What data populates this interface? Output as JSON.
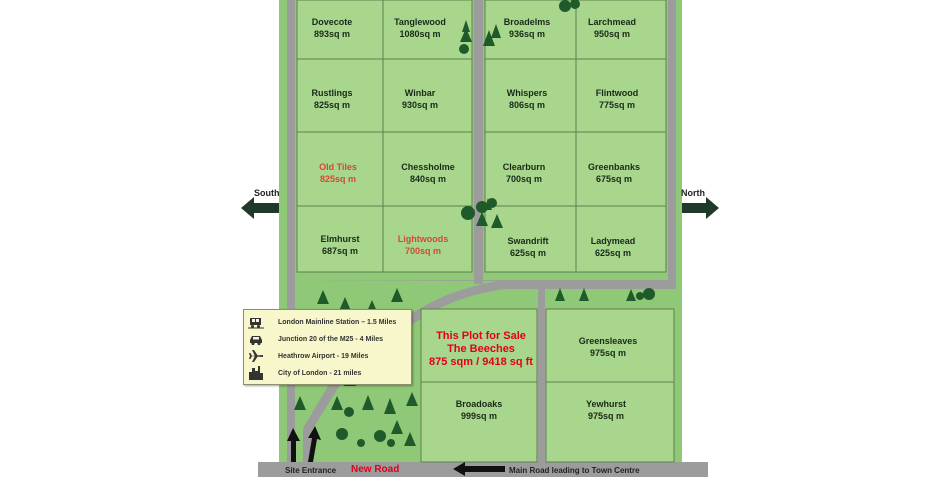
{
  "colors": {
    "grass": "#8fc876",
    "plot": "#a8d68c",
    "road": "#9c9c9c",
    "plot_line": "#5f7f50",
    "tree": "#1f5a2a",
    "sold_text": "#d24a36",
    "sale_text": "#e2001a",
    "legend_bg": "#f8f7cc"
  },
  "plots": [
    {
      "name": "Dovecote",
      "size": "893sq m",
      "status": "available"
    },
    {
      "name": "Tanglewood",
      "size": "1080sq m",
      "status": "available"
    },
    {
      "name": "Broadelms",
      "size": "936sq m",
      "status": "available"
    },
    {
      "name": "Larchmead",
      "size": "950sq m",
      "status": "available"
    },
    {
      "name": "Rustlings",
      "size": "825sq m",
      "status": "available"
    },
    {
      "name": "Winbar",
      "size": "930sq m",
      "status": "available"
    },
    {
      "name": "Whispers",
      "size": "806sq m",
      "status": "available"
    },
    {
      "name": "Flintwood",
      "size": "775sq m",
      "status": "available"
    },
    {
      "name": "Old Tiles",
      "size": "825sq m",
      "status": "sold"
    },
    {
      "name": "Chessholme",
      "size": "840sq m",
      "status": "available"
    },
    {
      "name": "Clearburn",
      "size": "700sq m",
      "status": "available"
    },
    {
      "name": "Greenbanks",
      "size": "675sq m",
      "status": "available"
    },
    {
      "name": "Elmhurst",
      "size": "687sq m",
      "status": "available"
    },
    {
      "name": "Lightwoods",
      "size": "700sq m",
      "status": "sold"
    },
    {
      "name": "Swandrift",
      "size": "625sq m",
      "status": "available"
    },
    {
      "name": "Ladymead",
      "size": "625sq m",
      "status": "available"
    },
    {
      "name": "Greensleaves",
      "size": "975sq m",
      "status": "available"
    },
    {
      "name": "Broadoaks",
      "size": "999sq m",
      "status": "available"
    },
    {
      "name": "Yewhurst",
      "size": "975sq m",
      "status": "available"
    }
  ],
  "sale_plot": {
    "line1": "This Plot for Sale",
    "line2": "The Beeches",
    "line3": "875 sqm / 9418 sq ft"
  },
  "directions": {
    "south": "South",
    "north": "North"
  },
  "roads": {
    "site_entrance": "Site Entrance",
    "new_road": "New Road",
    "main_road": "Main Road leading to Town Centre"
  },
  "legend": [
    {
      "icon": "train-icon",
      "text": "London Mainline Station – 1.5 Miles"
    },
    {
      "icon": "car-icon",
      "text": "Junction 20 of the M25 - 4 Miles"
    },
    {
      "icon": "plane-icon",
      "text": "Heathrow Airport - 19 Miles"
    },
    {
      "icon": "city-icon",
      "text": "City of London - 21 miles"
    }
  ]
}
